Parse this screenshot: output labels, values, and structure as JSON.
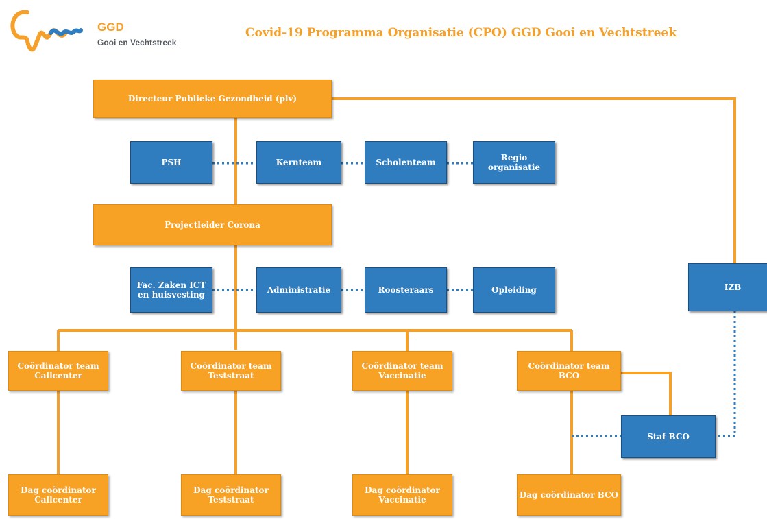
{
  "logo": {
    "name": "GGD",
    "subtitle": "Gooi en Vechtstreek"
  },
  "title": "Covid-19 Programma Organisatie (CPO) GGD Gooi en Vechtstreek",
  "colors": {
    "orange": "#f7a125",
    "blue": "#2f7dbf",
    "line": "#f5a02a",
    "dotted": "#2f7dbf"
  },
  "boxes": {
    "directeur": "Directeur Publieke Gezondheid (plv)",
    "psh": "PSH",
    "kernteam": "Kernteam",
    "scholenteam": "Scholenteam",
    "regio": "Regio organisatie",
    "projectleider": "Projectleider Corona",
    "fac": "Fac. Zaken ICT en huisvesting",
    "administratie": "Administratie",
    "roosteraars": "Roosteraars",
    "opleiding": "Opleiding",
    "izb": "IZB",
    "coord_callcenter": "Coördinator team Callcenter",
    "coord_teststraat": "Coördinator team Teststraat",
    "coord_vaccinatie": "Coördinator team Vaccinatie",
    "coord_bco": "Coördinator team BCO",
    "staf_bco": "Staf BCO",
    "dag_callcenter": "Dag coördinator Callcenter",
    "dag_teststraat": "Dag coördinator Teststraat",
    "dag_vaccinatie": "Dag coördinator Vaccinatie",
    "dag_bco": "Dag coördinator BCO"
  }
}
